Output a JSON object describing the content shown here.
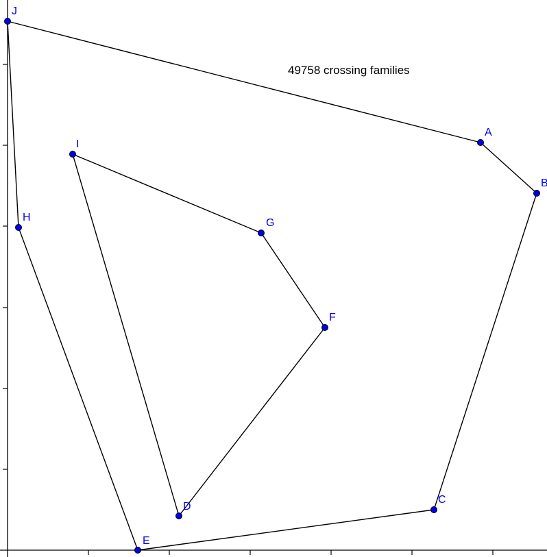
{
  "annotation": "49758 crossing families",
  "colors": {
    "point_fill": "#0000ee",
    "label": "#0000ee",
    "edge": "#000000",
    "axis": "#000000"
  },
  "points": [
    {
      "id": "A",
      "label": "A"
    },
    {
      "id": "B",
      "label": "B"
    },
    {
      "id": "C",
      "label": "C"
    },
    {
      "id": "D",
      "label": "D"
    },
    {
      "id": "E",
      "label": "E"
    },
    {
      "id": "F",
      "label": "F"
    },
    {
      "id": "G",
      "label": "G"
    },
    {
      "id": "H",
      "label": "H"
    },
    {
      "id": "I",
      "label": "I"
    },
    {
      "id": "J",
      "label": "J"
    }
  ],
  "polygons": [
    {
      "name": "outer",
      "vertices": [
        "J",
        "A",
        "B",
        "C",
        "E",
        "H",
        "J"
      ]
    },
    {
      "name": "inner",
      "vertices": [
        "I",
        "G",
        "F",
        "D",
        "I"
      ]
    }
  ]
}
